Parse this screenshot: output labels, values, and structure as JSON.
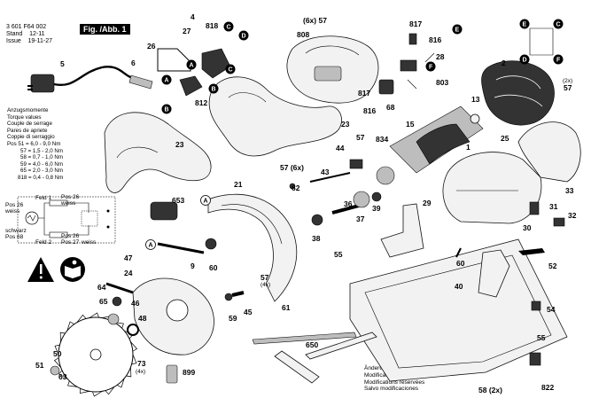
{
  "header": {
    "part_number": "3 601 F64 002",
    "stand_label": "Stand",
    "stand_value": "12-11",
    "issue_label": "Issue",
    "issue_value": "19-11-27",
    "figure": "Fig. /Abb. 1"
  },
  "torque": {
    "lines": [
      "Anzugsmomente",
      "Torque values",
      "Couple de serrage",
      "Pares de apriete",
      "Coppie di serraggio"
    ],
    "values": [
      "Pos  51 = 6,0 - 9,0 Nm",
      "57 = 1,5 - 2,0 Nm",
      "58 = 0,7 - 1,0 Nm",
      "59 = 4,0 - 6,0 Nm",
      "65 = 2,0 - 3,0 Nm",
      "818 = 0,4 - 0,8 Nm"
    ]
  },
  "modifications": [
    "Änderungen vorbehalten",
    "Modifications reserved",
    "Modifications réservées",
    "Salvo modificaciones"
  ],
  "wiring": {
    "pos26_top": "Pos 26",
    "pos26_top_color": "weiss",
    "pos68": "Pos 68",
    "pos68_color": "schwarz",
    "feld1": "Feld 1",
    "feld2": "Feld 2",
    "pos26_r1": "Pos 26",
    "pos26_r1_color": "weiss",
    "pos27": "Pos 27",
    "pos26_r2": "Pos 26",
    "pos26_r2_color": "weiss"
  },
  "callouts": {
    "c1": "1",
    "c2": "2",
    "c4": "4",
    "c5": "5",
    "c6": "6",
    "c9": "9",
    "c13": "13",
    "c15": "15",
    "c21": "21",
    "c23a": "23",
    "c23b": "23",
    "c24": "24",
    "c25": "25",
    "c26": "26",
    "c27": "27",
    "c28": "28",
    "c29": "29",
    "c30": "30",
    "c31": "31",
    "c32": "32",
    "c33": "33",
    "c36": "36",
    "c37": "37",
    "c38": "38",
    "c39": "39",
    "c40": "40",
    "c43": "43",
    "c44": "44",
    "c45": "45",
    "c46": "46",
    "c47": "47",
    "c48": "48",
    "c50": "50",
    "c51": "51",
    "c52": "52",
    "c54": "54",
    "c55a": "55",
    "c55b": "55",
    "c57a": "(6x) 57",
    "c57b": "57",
    "c57c": "57",
    "c57d": "57",
    "c57d_q": "(4x)",
    "c57e": "57 (6x)",
    "c57f": "(2x)",
    "c58": "58 (2x)",
    "c59": "59",
    "c60a": "60",
    "c60b": "60",
    "c61": "61",
    "c62": "62",
    "c63": "63",
    "c64": "64",
    "c65": "65",
    "c68": "68",
    "c73": "73",
    "c73_q": "(4x)",
    "c650": "650",
    "c653": "653",
    "c803": "803",
    "c808": "808",
    "c812": "812",
    "c816a": "816",
    "c816b": "816",
    "c817a": "817",
    "c817b": "817",
    "c818": "818",
    "c822": "822",
    "c834": "834",
    "c899": "899"
  },
  "bubbles": [
    "A",
    "B",
    "C",
    "D",
    "E",
    "F"
  ],
  "colors": {
    "ink": "#000000",
    "paper": "#ffffff",
    "part_fill": "#f2f2f2"
  }
}
